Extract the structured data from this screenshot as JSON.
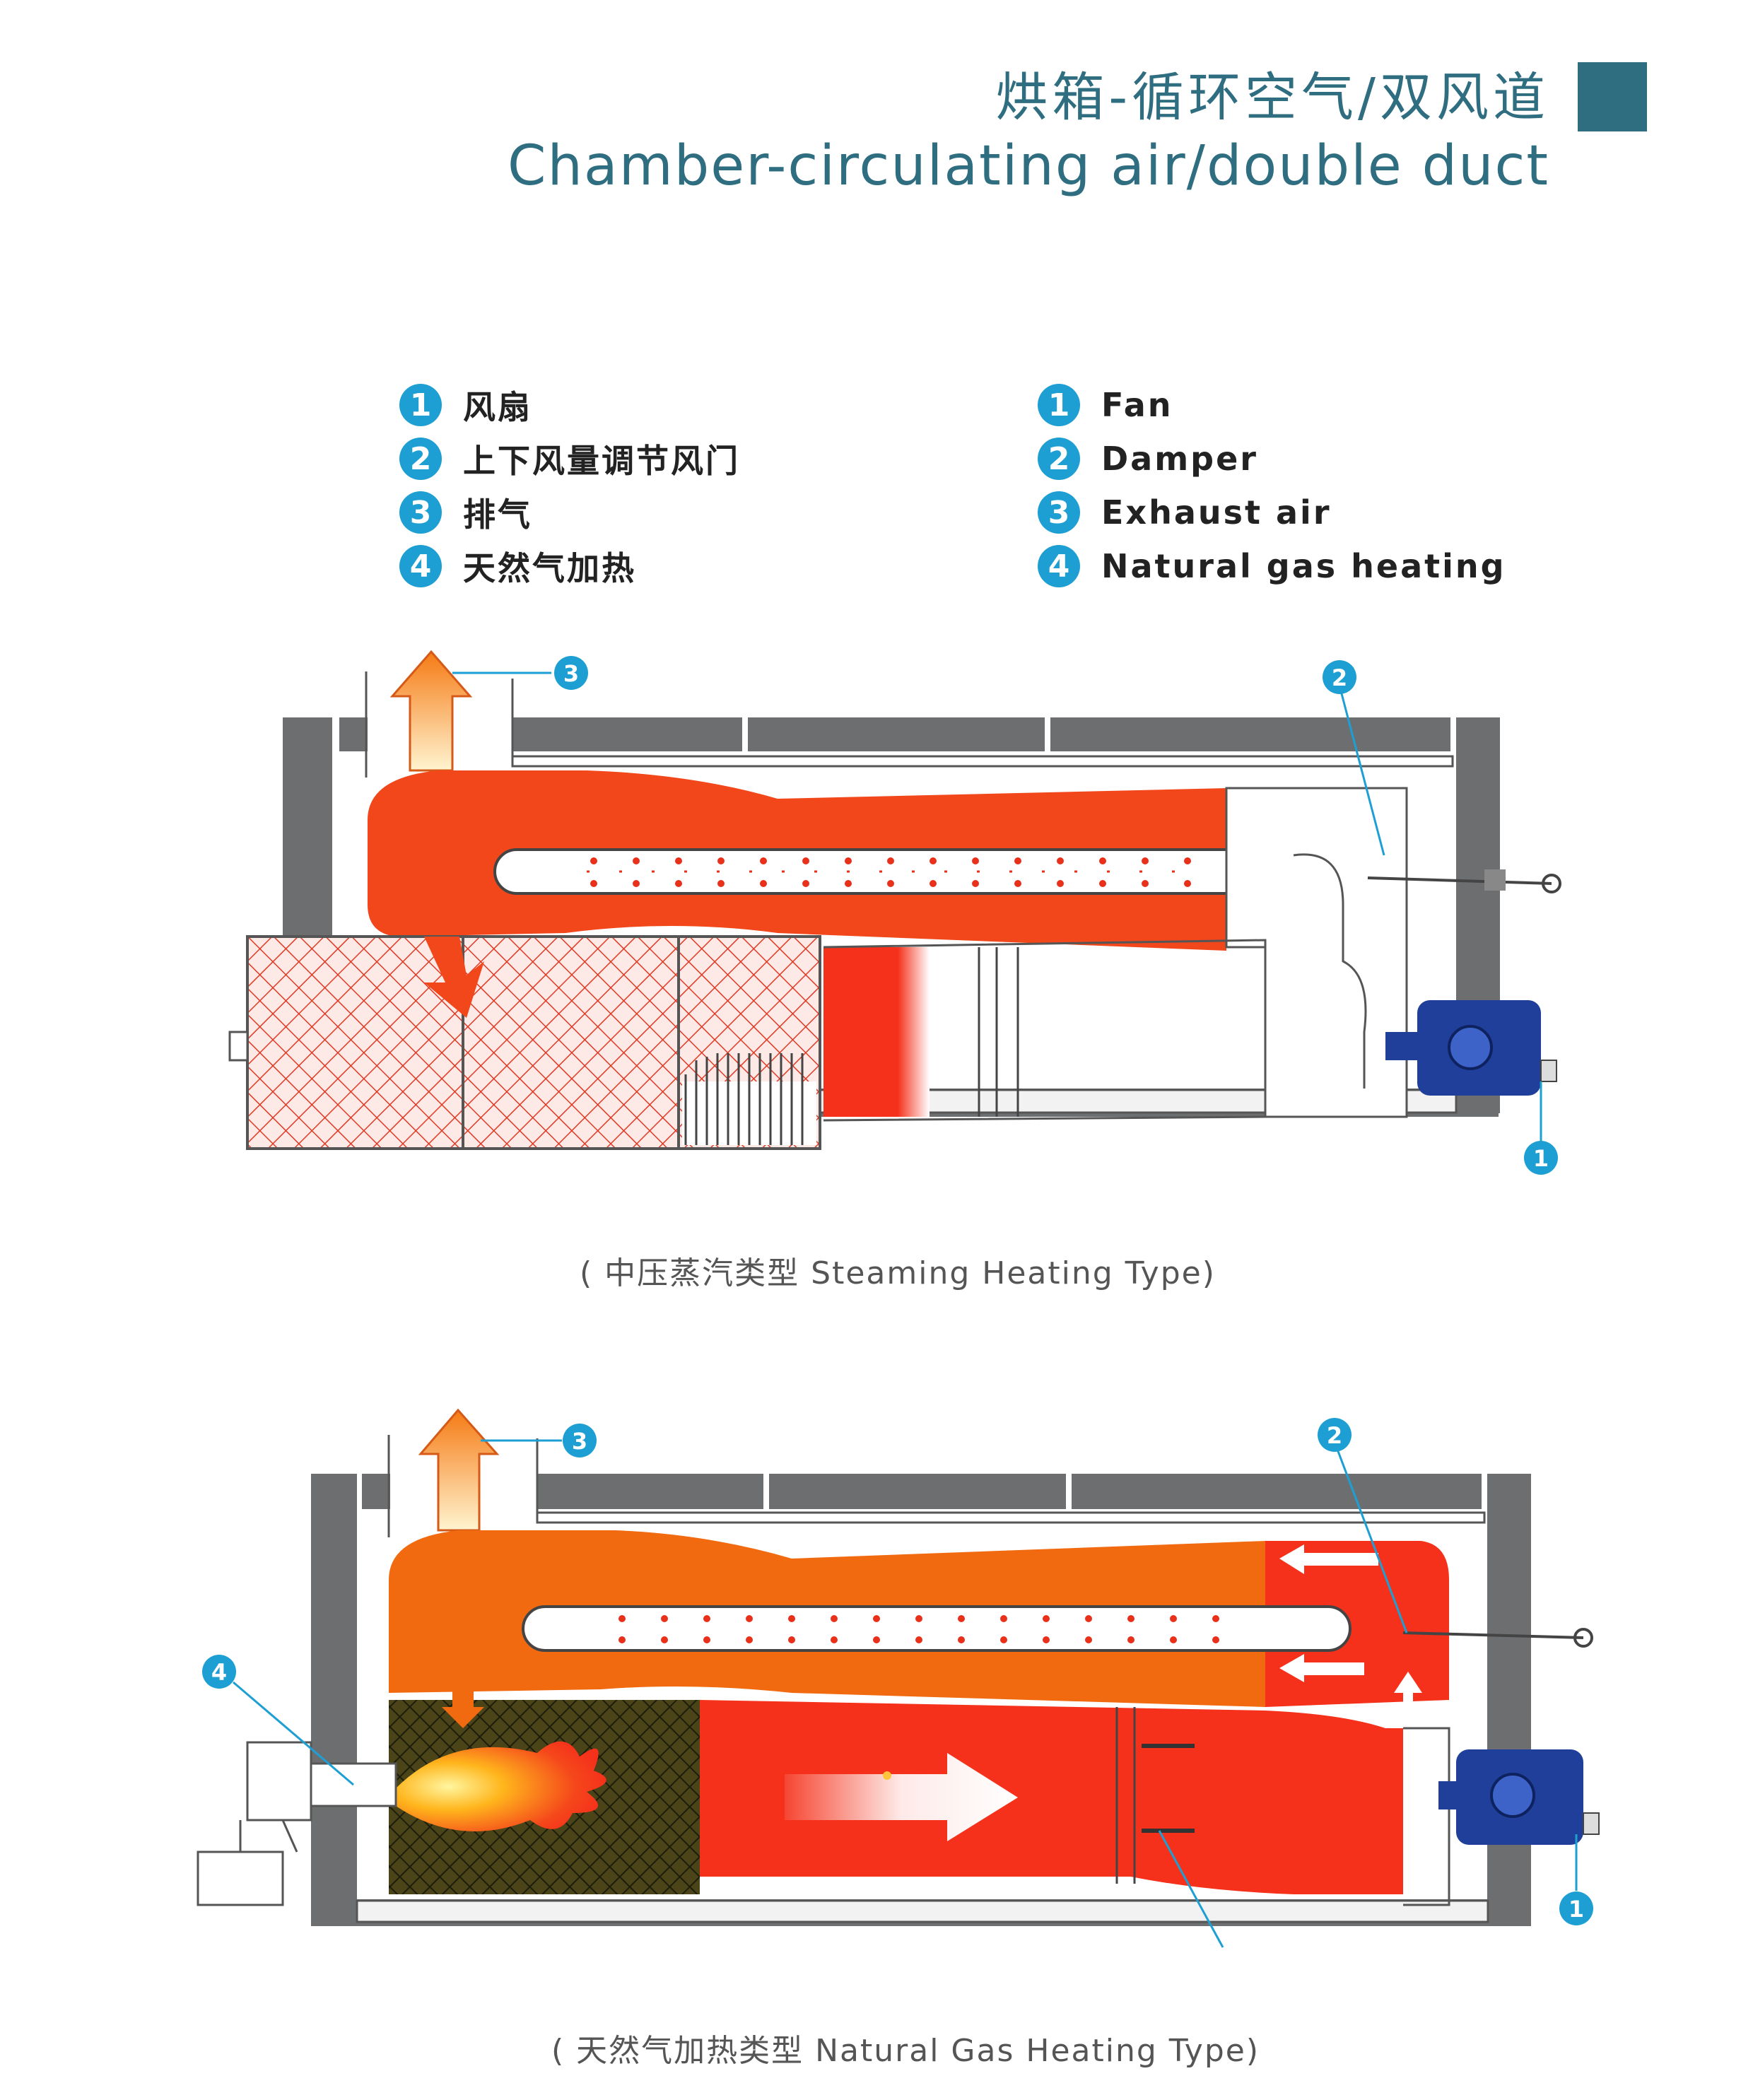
{
  "header": {
    "title_zh": "烘箱-循环空气/双风道",
    "title_en": "Chamber-circulating air/double duct"
  },
  "legend_zh": [
    {
      "num": "1",
      "label": "风扇"
    },
    {
      "num": "2",
      "label": "上下风量调节风门"
    },
    {
      "num": "3",
      "label": "排气"
    },
    {
      "num": "4",
      "label": "天然气加热"
    }
  ],
  "legend_en": [
    {
      "num": "1",
      "label": "Fan"
    },
    {
      "num": "2",
      "label": "Damper"
    },
    {
      "num": "3",
      "label": "Exhaust air"
    },
    {
      "num": "4",
      "label": "Natural gas heating"
    }
  ],
  "diagram1": {
    "caption": "( 中压蒸汽类型 Steaming Heating Type)",
    "callouts": [
      "1",
      "2",
      "3"
    ]
  },
  "diagram2": {
    "caption": "( 天然气加热类型 Natural Gas Heating Type)",
    "callouts": [
      "1",
      "2",
      "3",
      "4"
    ]
  },
  "colors": {
    "accent": "#2f6d80",
    "badge": "#1e9fd3",
    "hot_air": "#f5311b",
    "warm_air": "#f26a10",
    "wall": "#6d6e70",
    "fan_motor": "#1f3f9a"
  }
}
